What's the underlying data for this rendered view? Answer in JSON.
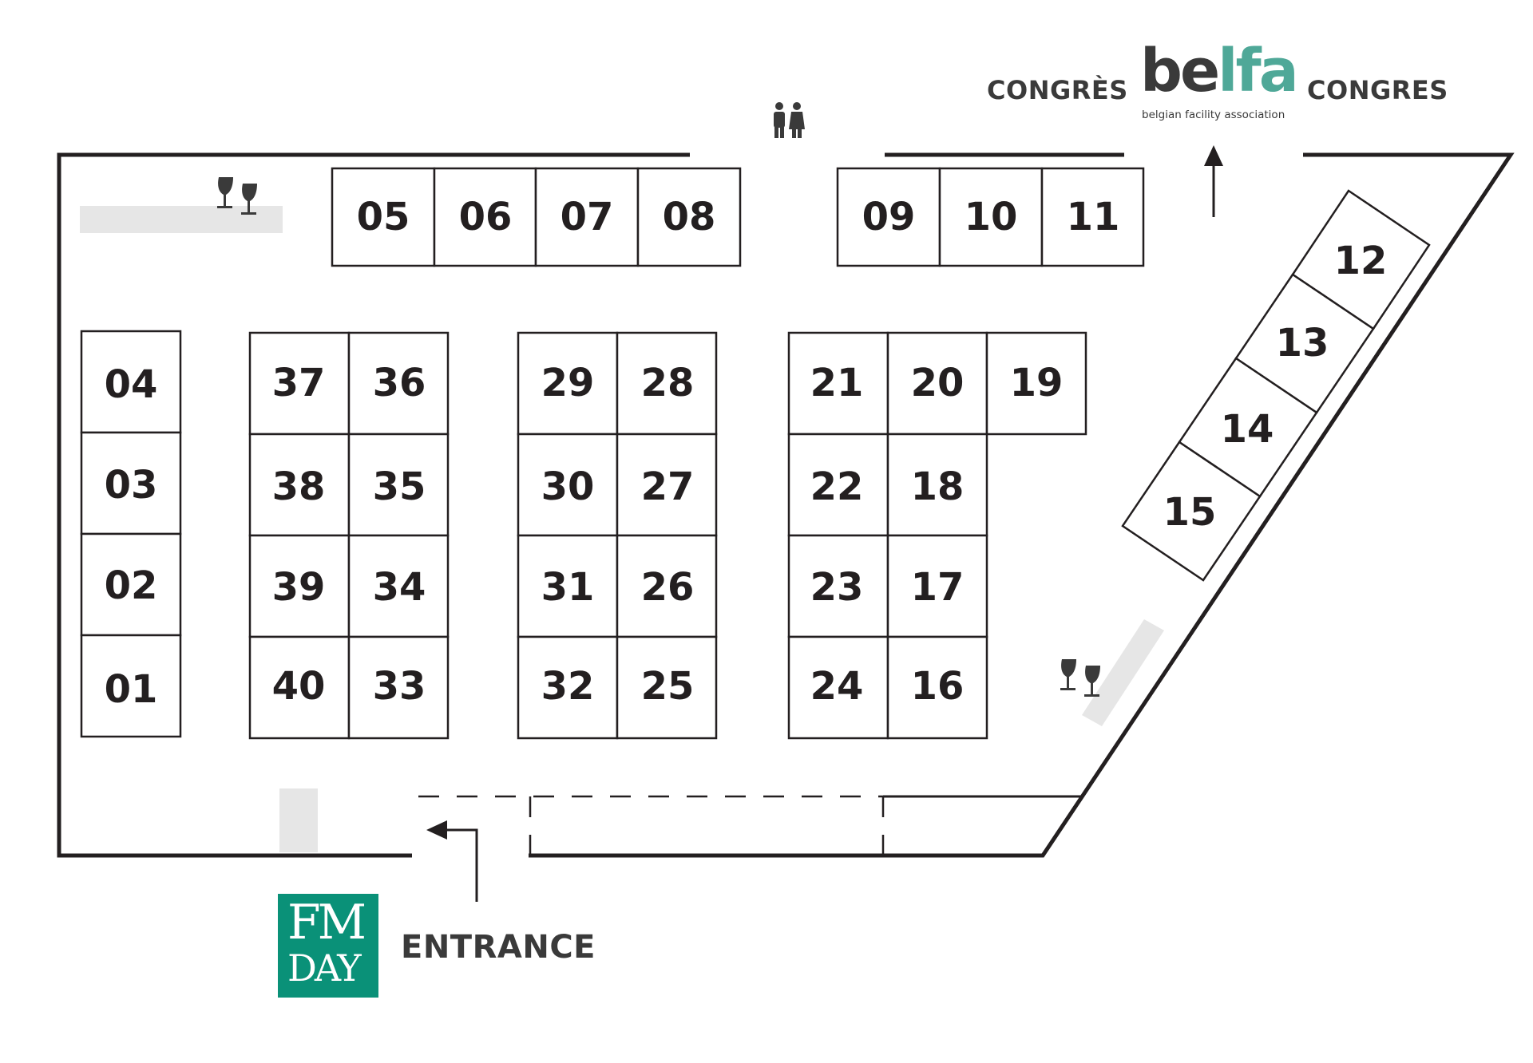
{
  "header": {
    "congres_left": "CONGRÈS",
    "congres_right": "CONGRES",
    "belfa_logo": {
      "word_dark": "be",
      "word_light": "lfa",
      "subtitle": "belgian facility association"
    }
  },
  "entrance": {
    "label": "ENTRANCE",
    "fm_logo_line1": "FM",
    "fm_logo_line2": "DAY"
  },
  "booths": [
    "01",
    "02",
    "03",
    "04",
    "05",
    "06",
    "07",
    "08",
    "09",
    "10",
    "11",
    "12",
    "13",
    "14",
    "15",
    "16",
    "17",
    "18",
    "19",
    "20",
    "21",
    "22",
    "23",
    "24",
    "25",
    "26",
    "27",
    "28",
    "29",
    "30",
    "31",
    "32",
    "33",
    "34",
    "35",
    "36",
    "37",
    "38",
    "39",
    "40"
  ],
  "icons": {
    "toilets": "restroom-icon",
    "bar": "wine-glasses-icon",
    "entrance_arrow": "arrow-icon",
    "congress_arrow": "arrow-up-icon"
  },
  "colors": {
    "lines": "#231f20",
    "bar_area": "#e6e6e6",
    "fm_day_brand": "#0a9178",
    "belfa_accent": "#4fa898",
    "label_text": "#3a3a3a"
  }
}
